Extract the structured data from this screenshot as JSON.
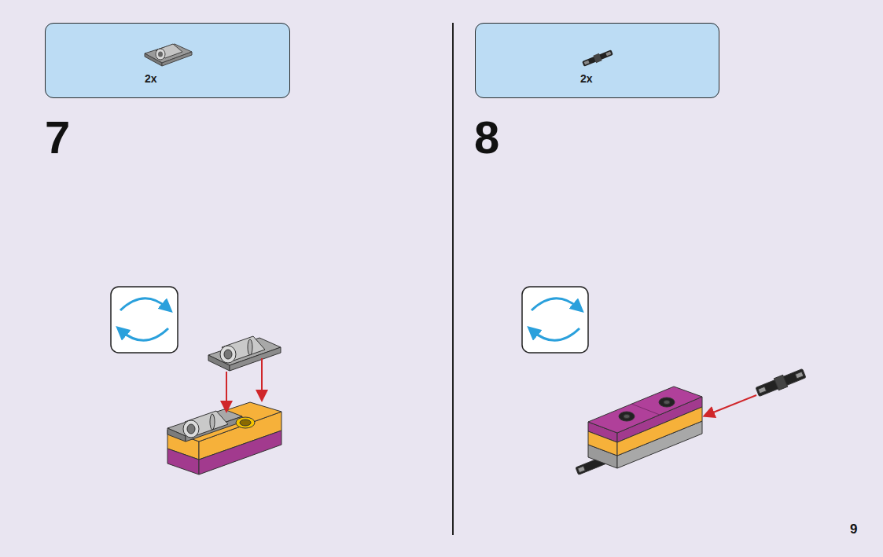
{
  "diagram": {
    "nodes": [
      {
        "text": [
          "2x"
        ]
      },
      {
        "text": [
          "2x"
        ]
      }
    ],
    "labels": [
      "7",
      "8",
      "9"
    ]
  }
}
